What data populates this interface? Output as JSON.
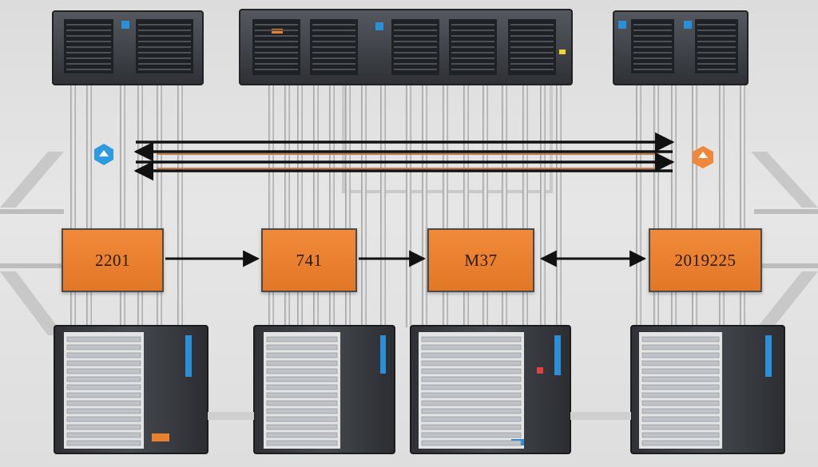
{
  "nodes": [
    {
      "label": "2201"
    },
    {
      "label": "741"
    },
    {
      "label": "M37"
    },
    {
      "label": "2019225"
    }
  ],
  "icons": [
    "network-node-icon-blue",
    "network-node-icon-orange"
  ],
  "colors": {
    "node_orange": "#e8802f",
    "rack_dark": "#3a3d42",
    "led_blue": "#2a8fd6",
    "accent_orange_icon": "#f0873a",
    "accent_blue_icon": "#2e9be0"
  }
}
